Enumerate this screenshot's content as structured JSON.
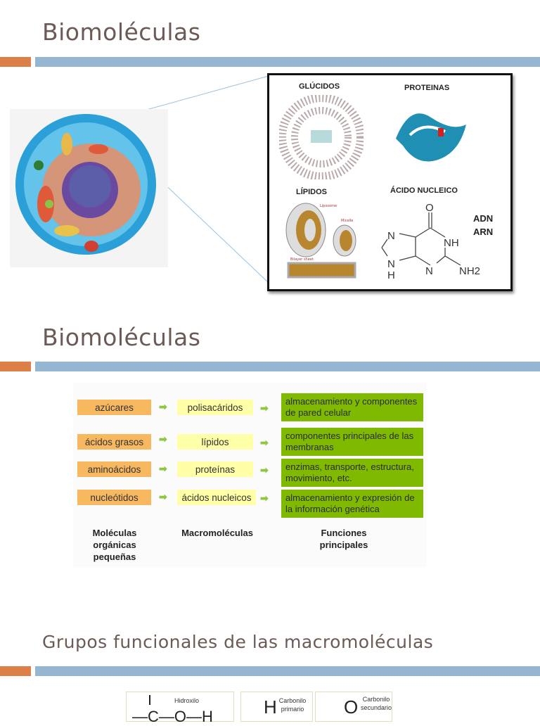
{
  "slide1": {
    "title": "Biomoléculas",
    "panel": {
      "glucidos": "GLÚCIDOS",
      "proteinas": "PROTEINAS",
      "lipidos": "LÍPIDOS",
      "acido": "ÁCIDO NUCLEICO",
      "adn": "ADN",
      "arn": "ARN",
      "liposome": "Liposome",
      "micelle": "Micelle",
      "bilayer": "Bilayer sheet",
      "atoms": {
        "o": "O",
        "n1": "N",
        "nh": "NH",
        "n2": "N",
        "n3": "N",
        "h": "H",
        "nh2": "NH2"
      }
    }
  },
  "slide2": {
    "title": "Biomoléculas",
    "rows": [
      {
        "small": "azúcares",
        "macro": "polisacáridos",
        "func": "almacenamiento y componentes de pared celular"
      },
      {
        "small": "ácidos grasos",
        "macro": "lípidos",
        "func": "componentes principales de las membranas"
      },
      {
        "small": "aminoácidos",
        "macro": "proteínas",
        "func": "enzimas, transporte, estructura, movimiento, etc."
      },
      {
        "small": "nucleótidos",
        "macro": "ácidos nucleicos",
        "func": "almacenamiento y expresión de la información genética"
      }
    ],
    "headers": {
      "small": "Moléculas orgánicas pequeñas",
      "macro": "Macromoléculas",
      "func": "Funciones principales"
    },
    "arrow": "➡"
  },
  "slide3": {
    "title": "Grupos funcionales de las macromoléculas",
    "groups": {
      "hidroxilo": "Hidroxilo",
      "carb1": "Carbonilo primario",
      "carb2": "Carbonilo secundario",
      "formula1": "—C—O—H",
      "h": "H",
      "o": "O"
    }
  },
  "colors": {
    "accent_orange": "#dd8047",
    "accent_blue": "#94b6d2",
    "title": "#6b5a55",
    "small_box": "#f8b860",
    "macro_box": "#ffffa8",
    "func_box": "#7fba00"
  }
}
